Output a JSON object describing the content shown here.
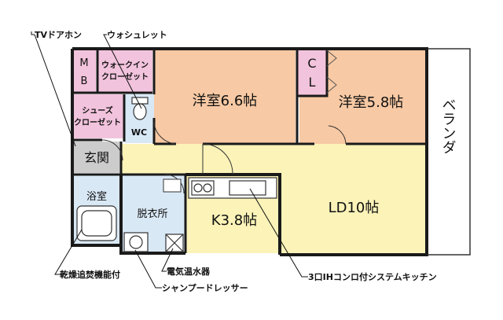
{
  "rooms": {
    "western_room_1": "洋室6.6帖",
    "western_room_2": "洋室5.8帖",
    "living_dining": "LD10帖",
    "kitchen": "K3.8帖",
    "veranda": "ベランダ",
    "entrance": "玄関",
    "bathroom": "浴室",
    "dressing_room": "脱衣所",
    "toilet": "WC",
    "meter_box_top": "M",
    "meter_box_bottom": "B",
    "closet_top": "C",
    "closet_bottom": "L",
    "walk_in_closet_line1": "ウォークイン",
    "walk_in_closet_line2": "クローゼット",
    "shoe_closet_line1": "シューズ",
    "shoe_closet_line2": "クローゼット"
  },
  "annotations": {
    "tv_intercom": "TVドアホン",
    "washlet": "ウォシュレット",
    "bath_dryer": "乾燥追焚機能付",
    "electric_water_heater": "電気温水器",
    "shampoo_dresser": "シャンプードレッサー",
    "system_kitchen": "3口IHコンロ付システムキッチン"
  },
  "colors": {
    "western_room": "#f7c9a4",
    "living": "#fbf3b8",
    "closet": "#f2c3dc",
    "wet_area": "#d9e8f5",
    "entrance": "#cccccc",
    "wall": "#1a1a1a"
  }
}
